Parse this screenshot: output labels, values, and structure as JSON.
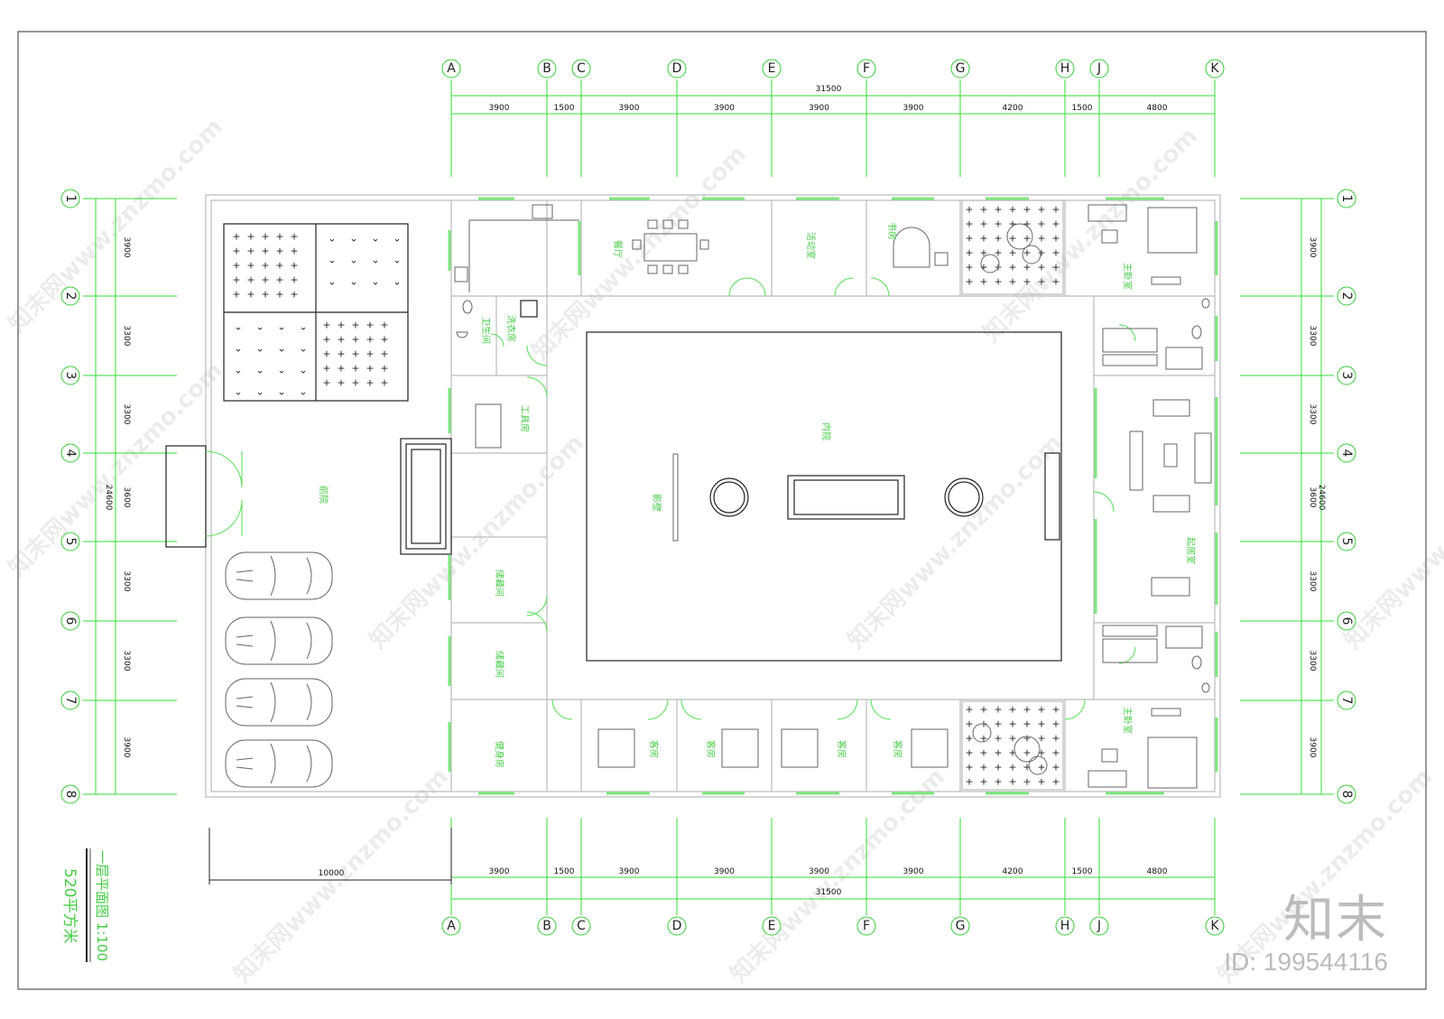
{
  "drawing": {
    "title": "一层平面图 1:100",
    "area": "520平方米",
    "brand": "知末",
    "id_text": "ID: 199544116",
    "watermark": "知末网www.znzmo.com",
    "top_total": "31500",
    "bottom_total": "31500",
    "bottom_left_dim": "10000",
    "left_total": "24600",
    "right_total": "24600"
  },
  "column_axes": [
    "A",
    "B",
    "C",
    "D",
    "E",
    "F",
    "G",
    "H",
    "J",
    "K"
  ],
  "column_dims": [
    "3900",
    "1500",
    "3900",
    "3900",
    "3900",
    "3900",
    "4200",
    "1500",
    "4800"
  ],
  "row_axes": [
    "1",
    "2",
    "3",
    "4",
    "5",
    "6",
    "7",
    "8"
  ],
  "row_dims": [
    "3900",
    "3300",
    "3300",
    "3600",
    "3300",
    "3300",
    "3900"
  ],
  "rooms": {
    "front_yard": "前院",
    "inner_yard": "内院",
    "screen_wall": "影壁",
    "dining": "餐厅",
    "activity": "活动室",
    "study": "书房",
    "master_top": "主卧室",
    "master_bottom": "主卧室",
    "wc": "卫生间",
    "laundry": "洗衣房",
    "utility": "工具房",
    "storage_1": "储藏间",
    "storage_2": "储藏间",
    "gym": "健身房",
    "guest_1": "客房",
    "guest_2": "客房",
    "guest_3": "客房",
    "guest_4": "客房",
    "living": "起居室"
  }
}
